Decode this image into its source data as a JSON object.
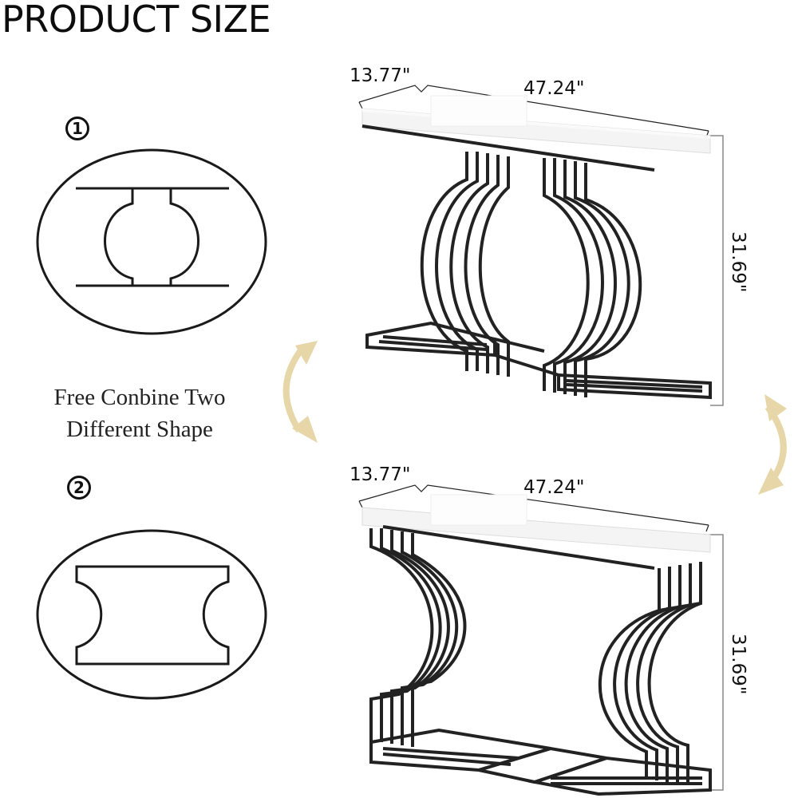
{
  "title": "PRODUCT SIZE",
  "caption": {
    "line1": "Free Conbine Two",
    "line2": "Different Shape"
  },
  "options": [
    {
      "badge": "1",
      "shape": "round-center-opening"
    },
    {
      "badge": "2",
      "shape": "side-concave-opening"
    }
  ],
  "tables": [
    {
      "depth": "13.77\"",
      "width": "47.24\"",
      "height": "31.69\"",
      "style": "round-center-legs"
    },
    {
      "depth": "13.77\"",
      "width": "47.24\"",
      "height": "31.69\"",
      "style": "side-concave-legs"
    }
  ],
  "colors": {
    "frame": "#222222",
    "tabletop": "#f4f4f4",
    "arrow": "#e6d6a8",
    "text": "#111111"
  },
  "icons": {
    "swap_arrow_left": "curved-double-arrow",
    "swap_arrow_right": "curved-double-arrow"
  }
}
